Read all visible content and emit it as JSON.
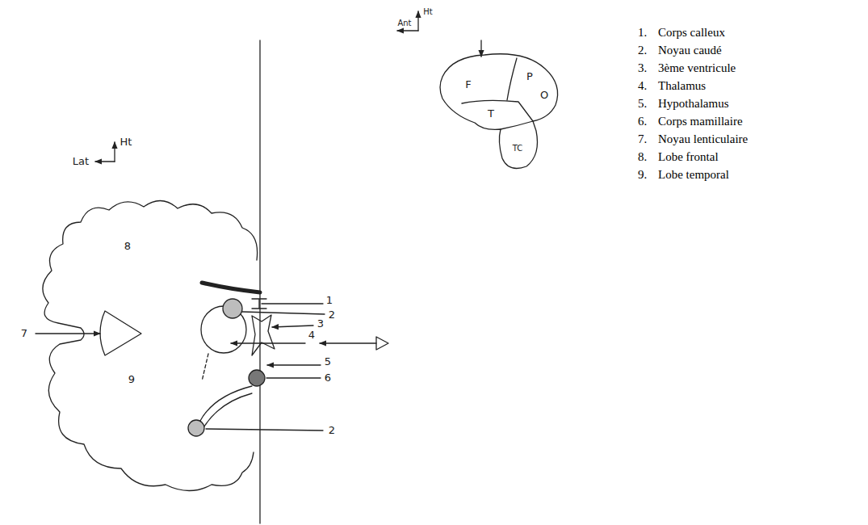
{
  "diagram": {
    "labels": [
      "Lat",
      "Ht",
      "Ht",
      "Ant",
      "F",
      "P",
      "O",
      "T",
      "TC",
      "8",
      "7",
      "9",
      "1",
      "2",
      "3",
      "4",
      "5",
      "6",
      "2",
      "1.",
      "Corps calleux",
      "2.",
      "Noyau caudé",
      "3.",
      "3ème ventricule",
      "4.",
      "Thalamus",
      "5.",
      "Hypothalamus",
      "6.",
      "Corps mamillaire",
      "7.",
      "Noyau lenticulaire",
      "8.",
      "Lobe frontal",
      "9.",
      "Lobe temporal"
    ]
  }
}
